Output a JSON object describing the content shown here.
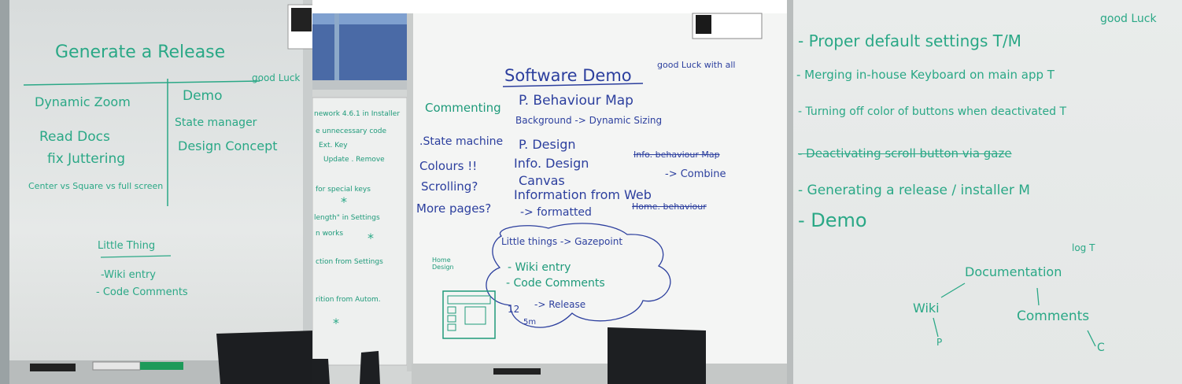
{
  "panel1": {
    "title": "Generate a Release",
    "good_luck": "good Luck",
    "left_items": [
      "Dynamic Zoom",
      "Read Docs",
      "fix Juttering",
      "Center vs Square vs full screen"
    ],
    "demo_head": "Demo",
    "demo_items": [
      "State manager",
      "Design Concept"
    ],
    "little_thing": "Little Thing",
    "little_items": [
      "-Wiki entry",
      "- Code Comments"
    ]
  },
  "panel2": {
    "title": "Software Demo",
    "good_luck": "good Luck with all",
    "left_items": [
      "Commenting",
      ".State machine",
      "Colours !!",
      "Scrolling?",
      "More pages?"
    ],
    "center_items": [
      "P. Behaviour Map",
      "Background -> Dynamic Sizing",
      "P. Design",
      "Info. Design",
      "Canvas",
      "Information from Web",
      "-> formatted"
    ],
    "right_blue": [
      "Info. behaviour Map",
      "-> Combine",
      "Home. behaviour"
    ],
    "cloud": {
      "head": "Little things -> Gazepoint",
      "items": [
        "- Wiki entry",
        "- Code Comments",
        "-> Release"
      ]
    },
    "sketch": {
      "label": "Home Design",
      "num": "12",
      "sub": "5m"
    },
    "left_board_lines": [
      "nework 4.6.1 in Installer",
      "e unnecessary code",
      "Ext. Key",
      "Update . Remove",
      "for special keys",
      "length\" in Settings",
      "n works",
      "ction from Settings",
      "rition from Autom."
    ]
  },
  "panel3": {
    "good_luck": "good Luck",
    "items": [
      "- Proper default settings T/M",
      "- Merging in-house Keyboard on main app T",
      "- Turning off color of buttons when deactivated T",
      "- Deactivating scroll button via gaze",
      "- Generating a release / installer M",
      "- Demo"
    ],
    "documentation": "Documentation",
    "log": "log T",
    "wiki": "Wiki",
    "wiki_p": "P",
    "comments": "Comments",
    "comments_c": "C"
  }
}
